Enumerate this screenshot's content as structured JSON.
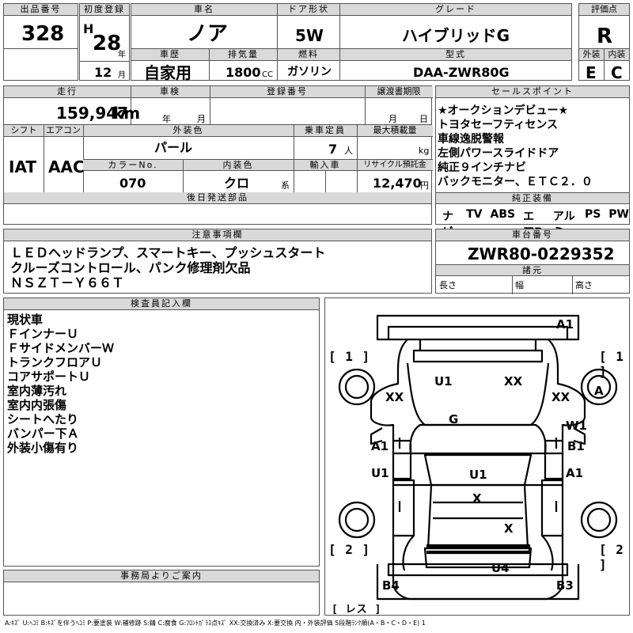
{
  "row1": {
    "lot_no_label": "出品番号",
    "lot_no": "328",
    "first_reg_label": "初度登録",
    "era": "H",
    "year": "28",
    "year_unit": "年",
    "month": "12",
    "month_unit": "月",
    "car_name_label": "車名",
    "car_name": "ノア",
    "door_label": "ドア形状",
    "door": "5W",
    "grade_label": "グレード",
    "grade": "ハイブリッドG",
    "score_label": "評価点",
    "score": "R"
  },
  "row2": {
    "history_label": "車歴",
    "history": "自家用",
    "displacement_label": "排気量",
    "displacement": "1800",
    "displacement_unit": "CC",
    "fuel_label": "燃料",
    "fuel": "ガソリン",
    "model_label": "型式",
    "model": "DAA-ZWR80G",
    "exterior_label": "外装",
    "exterior": "E",
    "interior_label": "内装",
    "interior": "C"
  },
  "row3": {
    "mileage_label": "走行",
    "mileage": "159,947",
    "mileage_unit": "km",
    "inspection_label": "車検",
    "inspection_year_unit": "年",
    "inspection_month_unit": "月",
    "reg_no_label": "登録番号",
    "transfer_label": "譲渡書期限",
    "transfer_month_unit": "月",
    "transfer_day_unit": "日",
    "shift_label": "シフト",
    "shift": "IAT",
    "ac_label": "エアコン",
    "ac": "AAC",
    "color_label": "外装色",
    "color": "パール",
    "seats_label": "乗車定員",
    "seats": "7",
    "seats_unit": "人",
    "load_label": "最大積載量",
    "load_unit": "kg",
    "color_no_label": "カラーNo.",
    "color_no": "070",
    "int_color_label": "内装色",
    "int_color": "クロ",
    "int_color_unit": "系",
    "import_label": "輸入車",
    "recycle_label": "リサイクル預託金",
    "recycle": "12,470",
    "recycle_unit": "円",
    "later_label": "後日発送部品"
  },
  "sales_points": {
    "label": "セールスポイント",
    "items": [
      "★オークションデビュー★",
      "トヨタセーフティセンス",
      "車線逸脱警報",
      "左側パワースライドドア",
      "純正９インチナビ",
      "バックモニター、ＥＴＣ２．０"
    ]
  },
  "equipment": {
    "label": "純正装備",
    "items": [
      "ナビ",
      "TV",
      "ABS",
      "エアB",
      "アルミ",
      "PS",
      "PW"
    ]
  },
  "notes": {
    "label": "注意事項欄",
    "lines": [
      "ＬＥＤヘッドランプ、スマートキー、プッシュスタート",
      "クルーズコントロール、パンク修理剤欠品",
      "ＮＳＺＴ－Ｙ６６Ｔ"
    ]
  },
  "chassis": {
    "label": "車台番号",
    "value": "ZWR80-0229352",
    "spec_label": "諸元",
    "length_label": "長さ",
    "width_label": "幅",
    "height_label": "高さ"
  },
  "inspector": {
    "label": "検査員記入欄",
    "lines": [
      "現状車",
      "ＦインナーＵ",
      "ＦサイドメンバーＷ",
      "トランクフロアＵ",
      "コアサポートＵ",
      "室内薄汚れ",
      "室内内張傷",
      "シートへたり",
      "バンパー下Ａ",
      "外装小傷有り"
    ]
  },
  "office": {
    "label": "事務局よりご案内"
  },
  "diagram": {
    "bracket_1": "[ 1 ]",
    "bracket_2": "[ 2 ]",
    "bracket_res": "[ レス ]",
    "labels": {
      "A1_top": "A1",
      "U1_hood": "U1",
      "XX_hood": "XX",
      "XX_left": "XX",
      "XX_right": "XX",
      "A_right": "A",
      "G": "G",
      "W1": "W1",
      "A1_left": "A1",
      "B1": "B1",
      "U1_left": "U1",
      "U1_center": "U1",
      "A1_right": "A1",
      "X_center": "X",
      "X_lower": "X",
      "U4": "U4",
      "B4": "B4",
      "B3": "B3"
    }
  },
  "legend": "A:ｷｽﾞ  U:ﾍｺﾐ  B:ｷｽﾞを伴うﾍｺﾐ  P:要塗装  W:補修跡  S:錆  C:腐食  G:ﾌﾛﾝﾄｶﾞﾗｽ点ｷｽﾞ  XX:交換済み  X:要交換   内・外装評価  5段階ﾗﾝｸ順(A・B・C・D・E) 1"
}
